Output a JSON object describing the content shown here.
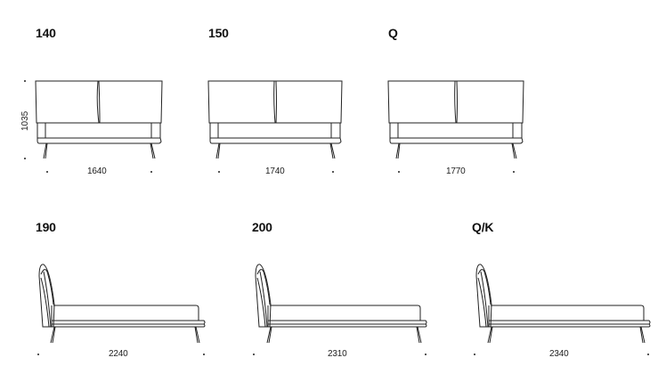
{
  "front_views": [
    {
      "label": "140",
      "width_mm": "1640",
      "height_mm": "1035"
    },
    {
      "label": "150",
      "width_mm": "1740"
    },
    {
      "label": "Q",
      "width_mm": "1770"
    }
  ],
  "side_views": [
    {
      "label": "190",
      "length_mm": "2240"
    },
    {
      "label": "200",
      "length_mm": "2310"
    },
    {
      "label": "Q/K",
      "length_mm": "2340"
    }
  ]
}
